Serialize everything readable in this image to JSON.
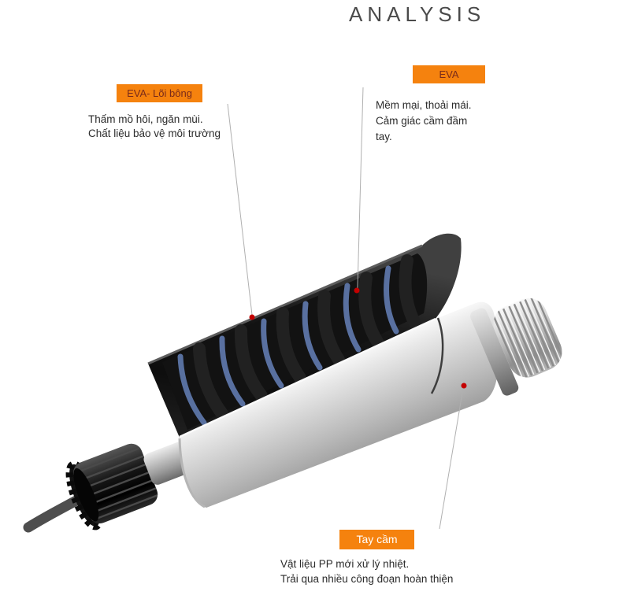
{
  "title": "ANALYSIS",
  "colors": {
    "accent_orange": "#F5820E",
    "marker_red": "#C40000",
    "label_text_dark": "#7A2B1A",
    "label_text_light": "#FFFFFF",
    "body_text": "#2B2B2B",
    "foam_stripe_blue": "#5D76A8"
  },
  "callouts": {
    "eva_core": {
      "label": "EVA- Lõi bông",
      "line1": "Thấm mồ hôi, ngăn mùi.",
      "line2": "Chất liệu bảo vệ môi trường"
    },
    "eva": {
      "label": "EVA",
      "line1": "Mềm mại, thoải mái.",
      "line2": "Cảm giác cầm đầm",
      "line3": "tay."
    },
    "handle": {
      "label": "Tay cầm",
      "line1": "Vật liệu PP mới xử lý nhiệt.",
      "line2": "Trải qua nhiều công đoạn hoàn thiện"
    }
  }
}
